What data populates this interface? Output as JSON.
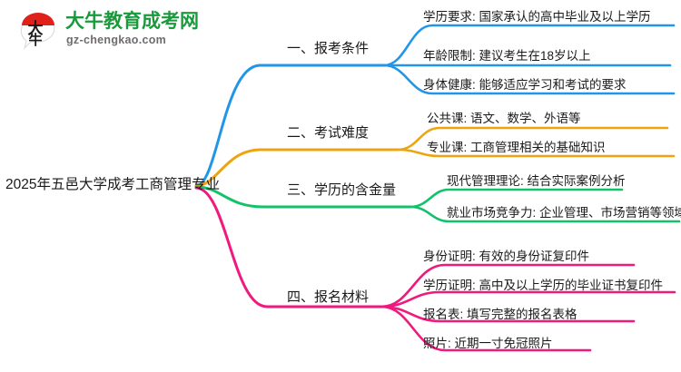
{
  "logo": {
    "mark_text": "大牛",
    "name_cn": "大牛教育成考网",
    "name_en": "gz-chengkao.com",
    "brand_green": "#1a9a3c",
    "brand_red": "#e0211b"
  },
  "mindmap": {
    "root": {
      "label": "2025年五邑大学成考工商管理专业"
    },
    "branches": [
      {
        "label": "一、报考条件",
        "color": "#2196e8",
        "children": [
          {
            "label": "学历要求: 国家承认的高中毕业及以上学历"
          },
          {
            "label": "年龄限制: 建议考生在18岁以上"
          },
          {
            "label": "身体健康: 能够适应学习和考试的要求"
          }
        ]
      },
      {
        "label": "二、考试难度",
        "color": "#eda411",
        "children": [
          {
            "label": "公共课: 语文、数学、外语等"
          },
          {
            "label": "专业课: 工商管理相关的基础知识"
          }
        ]
      },
      {
        "label": "三、学历的含金量",
        "color": "#12c26a",
        "children": [
          {
            "label": "现代管理理论: 结合实际案例分析"
          },
          {
            "label": "就业市场竞争力: 企业管理、市场营销等领域"
          }
        ]
      },
      {
        "label": "四、报名材料",
        "color": "#f0197e",
        "children": [
          {
            "label": "身份证明: 有效的身份证复印件"
          },
          {
            "label": "学历证明: 高中及以上学历的毕业证书复印件"
          },
          {
            "label": "报名表: 填写完整的报名表格"
          },
          {
            "label": "照片: 近期一寸免冠照片"
          }
        ]
      }
    ]
  }
}
